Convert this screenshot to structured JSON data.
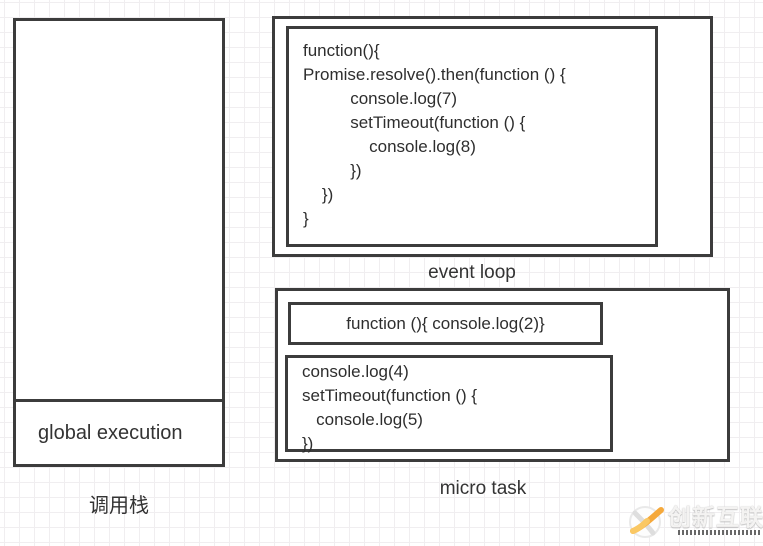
{
  "canvas": {
    "background_color": "#ffffff",
    "grid_color": "#f0eef0",
    "stroke_color": "#3c3c3c",
    "text_color": "#333333"
  },
  "call_stack": {
    "label": "调用栈",
    "frame_label": "global execution"
  },
  "event_loop": {
    "label": "event loop",
    "code_lines": [
      "function(){",
      "Promise.resolve().then(function () {",
      "          console.log(7)",
      "          setTimeout(function () {",
      "              console.log(8)",
      "          })",
      "    })",
      "}"
    ]
  },
  "micro_task": {
    "label": "micro task",
    "task1_code": "function (){ console.log(2)}",
    "task2_code_lines": [
      "console.log(4)",
      "setTimeout(function () {",
      "   console.log(5)",
      "})"
    ]
  },
  "watermark": {
    "brand": "创新互联",
    "logo_icon": "x-swoosh-badge",
    "accent_color": "#f5a93c"
  }
}
